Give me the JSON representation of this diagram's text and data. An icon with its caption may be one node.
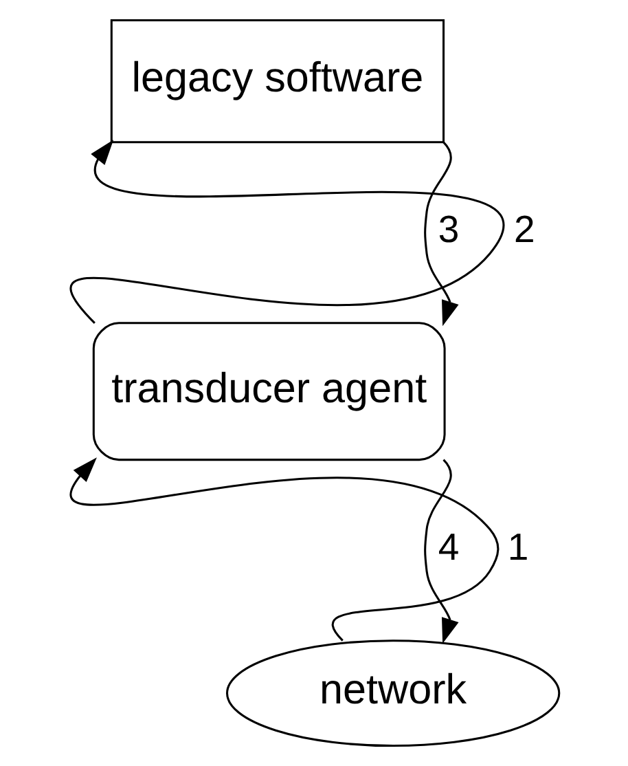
{
  "diagram": {
    "nodes": [
      {
        "text": [
          "legacy software"
        ]
      },
      {
        "text": [
          "transducer agent"
        ]
      },
      {
        "text": [
          "network"
        ]
      }
    ],
    "edges": [
      {
        "from": 2,
        "to": 1,
        "arrow": "to",
        "label": "1"
      },
      {
        "from": 1,
        "to": 0,
        "arrow": "to",
        "label": "2"
      },
      {
        "from": 0,
        "to": 1,
        "arrow": "to",
        "label": "3"
      },
      {
        "from": 1,
        "to": 2,
        "arrow": "to",
        "label": "4"
      }
    ]
  }
}
